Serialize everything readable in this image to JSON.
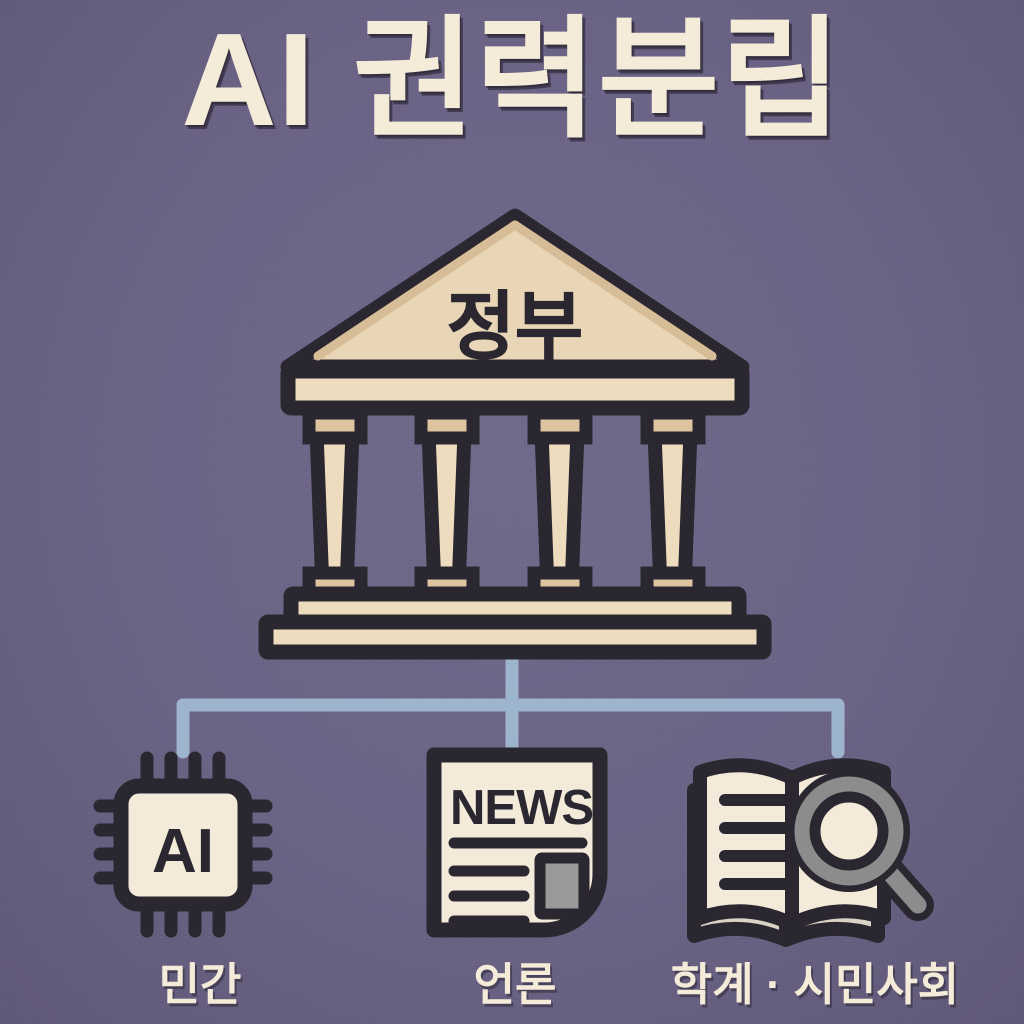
{
  "poster": {
    "title": "AI 권력분립",
    "background_color": "#6b6385",
    "ink_color": "#2b2730",
    "cream_color": "#f3eada",
    "tan_color": "#e9d6b6",
    "tan_shade_color": "#d7bd97",
    "connector_color": "#9db4cd",
    "gray_color": "#8c8c8c"
  },
  "government": {
    "pediment_label": "정부",
    "column_count": 4,
    "step_count": 2
  },
  "nodes": [
    {
      "id": "private",
      "label": "민간",
      "icon": "ai-chip-icon",
      "icon_text": "AI",
      "pin_count_per_side": 4
    },
    {
      "id": "media",
      "label": "언론",
      "icon": "newspaper-icon",
      "icon_text": "NEWS",
      "text_line_count": 4
    },
    {
      "id": "academia",
      "label": "학계 · 시민사회",
      "icon": "open-book-magnifier-icon",
      "icon_text": "",
      "text_line_count": 4
    }
  ],
  "diagram_data": {
    "type": "hierarchy",
    "root": "정부",
    "children": [
      "민간",
      "언론",
      "학계 · 시민사회"
    ],
    "edge_style": "orthogonal-rounded",
    "direction": "top-down"
  }
}
